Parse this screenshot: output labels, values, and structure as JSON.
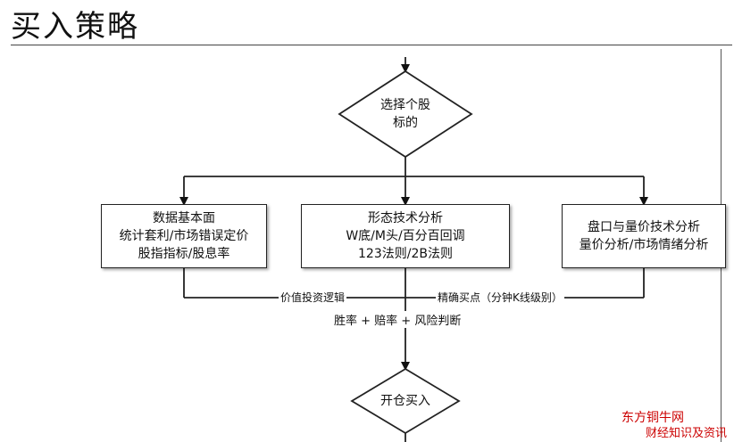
{
  "title": "买入策略",
  "decision": {
    "lines": [
      "选择个股",
      "标的"
    ]
  },
  "boxes": {
    "fundamental": {
      "lines": [
        "数据基本面",
        "统计套利/市场错误定价",
        "股指指标/股息率"
      ]
    },
    "technical": {
      "lines": [
        "形态技术分析",
        "W底/M头/百分百回调",
        "123法则/2B法则"
      ]
    },
    "volume": {
      "lines": [
        "盘口与量价技术分析",
        "量价分析/市场情绪分析"
      ]
    }
  },
  "labels": {
    "value_logic": "价值投资逻辑",
    "precise_entry": "精确买点（分钟K线级别）",
    "risk": "胜率 + 赔率 + 风险判断"
  },
  "final": {
    "label": "开仓买入"
  },
  "watermark": {
    "line1": "东方铜牛网",
    "line2": "财经知识及资讯",
    "color": "#cc0000"
  },
  "colors": {
    "line": "#222222"
  }
}
